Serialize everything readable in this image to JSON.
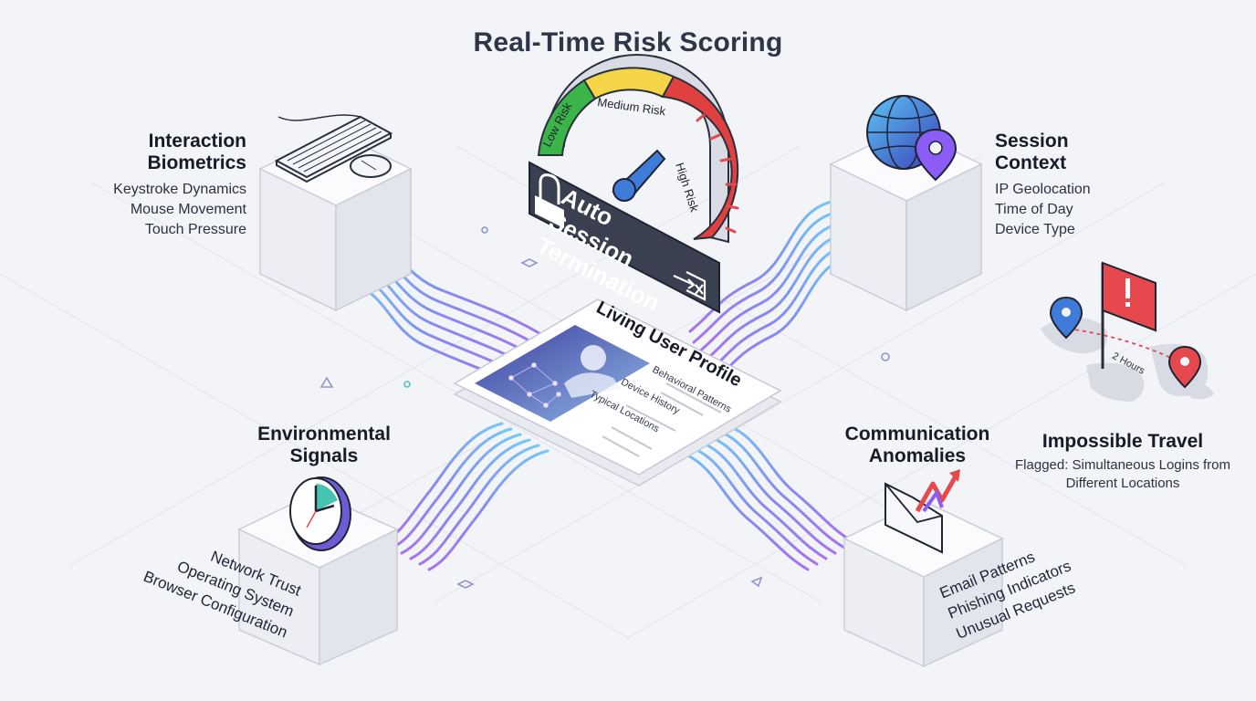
{
  "title": "Real-Time Risk Scoring",
  "gauge": {
    "labels": [
      "Low Risk",
      "Medium Risk",
      "High Risk"
    ],
    "colors": [
      "#3bb54a",
      "#f5d547",
      "#e0403f"
    ],
    "banner": "Auto Session Termination"
  },
  "interaction_biometrics": {
    "heading": "Interaction Biometrics",
    "items": [
      "Keystroke Dynamics",
      "Mouse Movement",
      "Touch Pressure"
    ]
  },
  "session_context": {
    "heading": "Session Context",
    "items": [
      "IP Geolocation",
      "Time of Day",
      "Device Type"
    ]
  },
  "environmental_signals": {
    "heading": "Environmental Signals",
    "items": [
      "Network Trust",
      "Operating System",
      "Browser Configuration"
    ]
  },
  "communication_anomalies": {
    "heading": "Communication Anomalies",
    "items": [
      "Email Patterns",
      "Phishing Indicators",
      "Unusual Requests"
    ]
  },
  "living_profile": {
    "title": "Living User Profile",
    "items": [
      "Behavioral Patterns",
      "Device History",
      "Typical Locations"
    ]
  },
  "impossible_travel": {
    "heading": "Impossible Travel",
    "detail": "Flagged: Simultaneous Logins from Different Locations",
    "duration_label": "2 Hours"
  },
  "accent_colors": {
    "flow_start": "#4fb6f5",
    "flow_end": "#8b5cf6",
    "alert": "#e5484d",
    "pin_blue": "#3f7bd9"
  }
}
